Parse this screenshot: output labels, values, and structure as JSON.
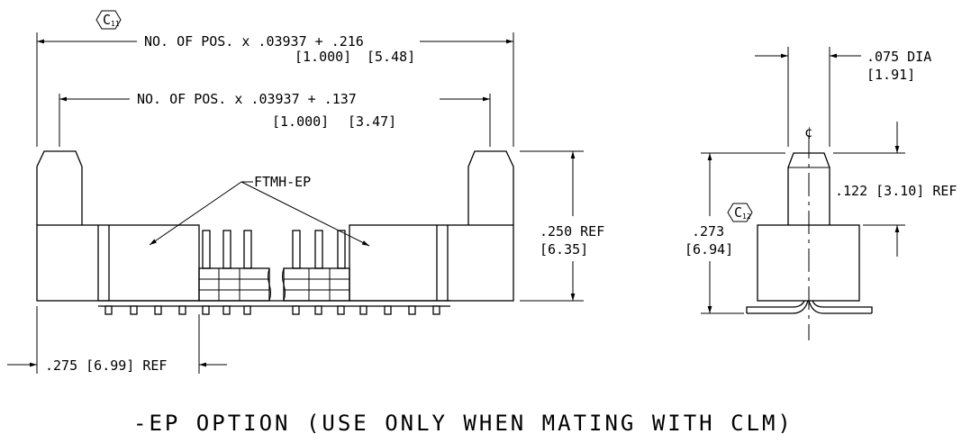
{
  "dimensions": {
    "overall_length": {
      "formula": "NO. OF POS. x .03937 + .216",
      "mm_pitch": "[1.000]",
      "mm_add": "[5.48]"
    },
    "inner_length": {
      "formula": "NO. OF POS. x .03937 + .137",
      "mm_pitch": "[1.000]",
      "mm_add": "[3.47]"
    },
    "height_ref": {
      "inch": ".250 REF",
      "mm": "[6.35]"
    },
    "offset_ref": ".275 [6.99] REF",
    "post_dia": {
      "inch": ".075 DIA",
      "mm": "[1.91]"
    },
    "post_height": ".122 [3.10] REF",
    "side_height": {
      "inch": ".273",
      "mm": "[6.94]"
    }
  },
  "labels": {
    "part": "FTMH-EP",
    "revision_c11": "C",
    "revision_c11_sub": "11",
    "revision_c12": "C",
    "revision_c12_sub": "12",
    "centerline": "¢",
    "caption": "-EP OPTION (USE ONLY WHEN MATING WITH CLM)"
  }
}
